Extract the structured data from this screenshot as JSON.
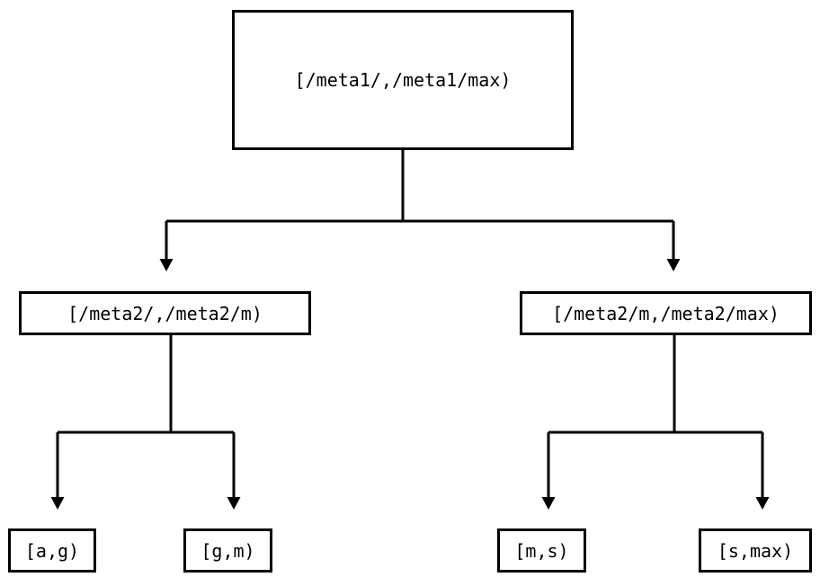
{
  "diagram": {
    "type": "tree",
    "title": "",
    "background_color": "#ffffff",
    "stroke_color": "#000000",
    "text_color": "#000000",
    "nodes": {
      "root": {
        "label": "[/meta1/,/meta1/max)"
      },
      "level2": [
        {
          "label": "[/meta2/,/meta2/m)"
        },
        {
          "label": "[/meta2/m,/meta2/max)"
        }
      ],
      "leaves": [
        {
          "label": "[a,g)"
        },
        {
          "label": "[g,m)"
        },
        {
          "label": "[m,s)"
        },
        {
          "label": "[s,max)"
        }
      ]
    },
    "edges": [
      {
        "from": "root",
        "to": "[/meta2/,/meta2/m)",
        "arrow": "down-triangle"
      },
      {
        "from": "root",
        "to": "[/meta2/m,/meta2/max)",
        "arrow": "down-triangle"
      },
      {
        "from": "[/meta2/,/meta2/m)",
        "to": "[a,g)",
        "arrow": "down-triangle"
      },
      {
        "from": "[/meta2/,/meta2/m)",
        "to": "[g,m)",
        "arrow": "down-triangle"
      },
      {
        "from": "[/meta2/m,/meta2/max)",
        "to": "[m,s)",
        "arrow": "down-triangle"
      },
      {
        "from": "[/meta2/m,/meta2/max)",
        "to": "[s,max)",
        "arrow": "down-triangle"
      }
    ]
  }
}
